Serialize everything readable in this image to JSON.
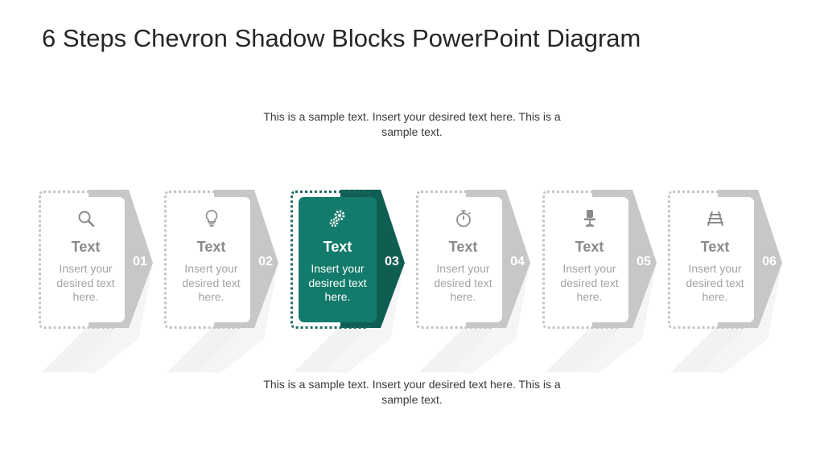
{
  "title": "6 Steps Chevron Shadow Blocks PowerPoint Diagram",
  "caption_top": "This is a sample text. Insert your desired text here. This is a sample text.",
  "caption_bottom": "This is a sample text. Insert your desired text here. This is a sample text.",
  "colors": {
    "active_card": "#137b6b",
    "active_chevron": "#0f5e52",
    "inactive_chevron": "#c7c7c7",
    "inactive_text": "#8a8a8a"
  },
  "steps": [
    {
      "number": "01",
      "heading": "Text",
      "desc": "Insert your desired text here.",
      "icon": "magnifier-icon",
      "active": false
    },
    {
      "number": "02",
      "heading": "Text",
      "desc": "Insert your desired text here.",
      "icon": "lightbulb-icon",
      "active": false
    },
    {
      "number": "03",
      "heading": "Text",
      "desc": "Insert your desired text here.",
      "icon": "gears-icon",
      "active": true
    },
    {
      "number": "04",
      "heading": "Text",
      "desc": "Insert your desired text here.",
      "icon": "stopwatch-icon",
      "active": false
    },
    {
      "number": "05",
      "heading": "Text",
      "desc": "Insert your desired text here.",
      "icon": "office-chair-icon",
      "active": false
    },
    {
      "number": "06",
      "heading": "Text",
      "desc": "Insert your desired text here.",
      "icon": "railroad-track-icon",
      "active": false
    }
  ]
}
